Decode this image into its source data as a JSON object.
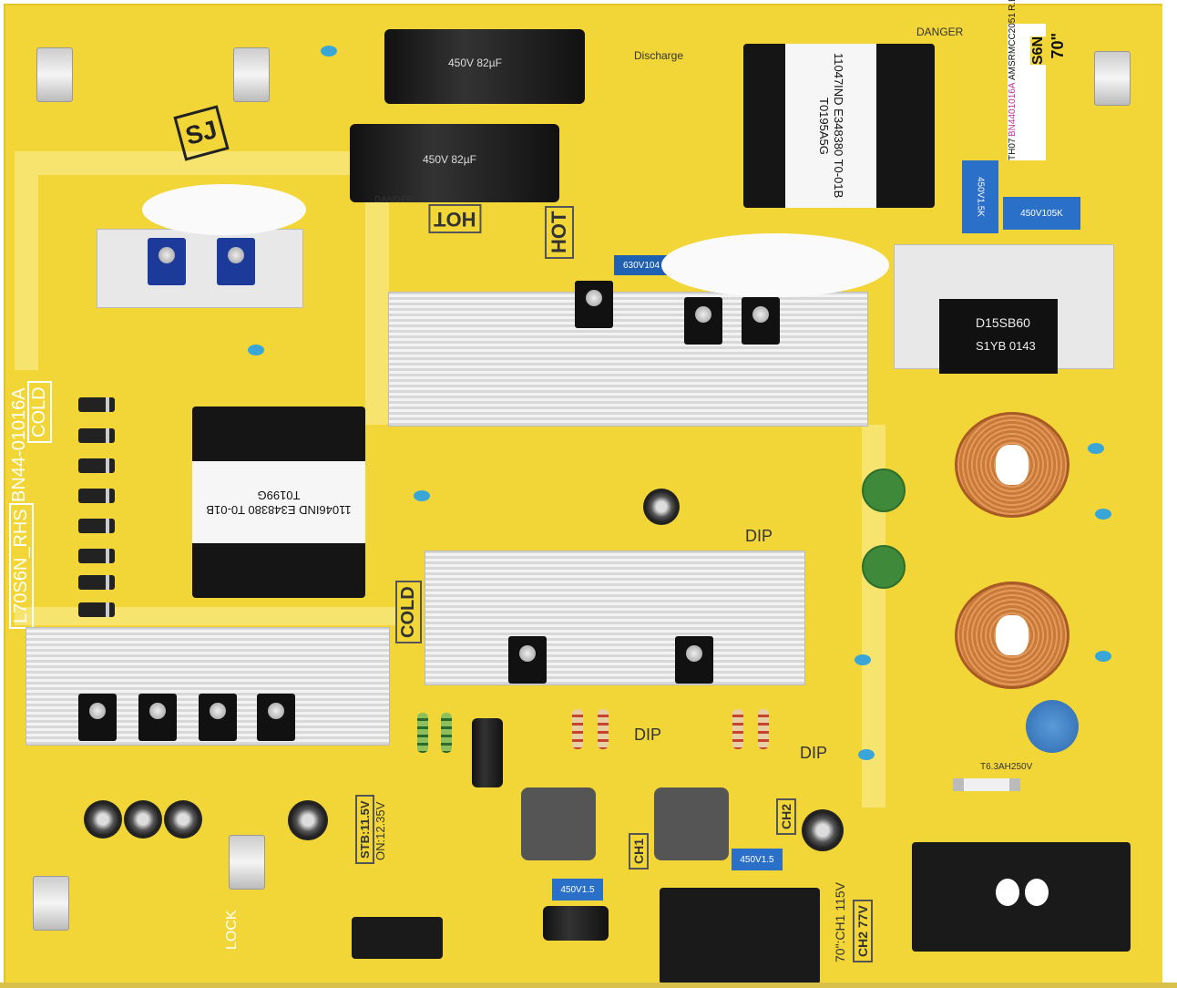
{
  "board": {
    "model_label": "L70S6N_RHS",
    "part_number": "BN44-01016A",
    "cold_label": "COLD",
    "hot_label": "HOT",
    "dip_label": "DIP",
    "lock_label": "LOCK",
    "discharge_label": "Discharge",
    "danger_label": "DANGER",
    "ch1_label": "CH1",
    "ch2_label": "CH2",
    "stb_label": "STB:11.5V",
    "on_label": "ON:12.35V",
    "ch1_voltage": "70\":CH1 115V",
    "ch2_voltage": "CH2 77V"
  },
  "sticker": {
    "size": "70\"",
    "series": "S6N",
    "code": "TH07",
    "part": "BN4401016A",
    "serial": "AMSRMCC2051",
    "rev": "R.B"
  },
  "components": {
    "transformer_top": "11047IND E348380 T0-01B T0195A5G",
    "transformer_left": "11046IND E348380 T0-01B T0199G",
    "bulk_cap": "450V 82µF",
    "bridge": "D15SB60",
    "bridge_code": "S1YB 0143",
    "film_cap_1": "450V105K",
    "film_cap_2": "450V1.5K",
    "film_cap_3": "630V104",
    "film_cap_4": "450V1.5",
    "fuse": "T6.3AH250V",
    "sj_mark": "SJ"
  }
}
